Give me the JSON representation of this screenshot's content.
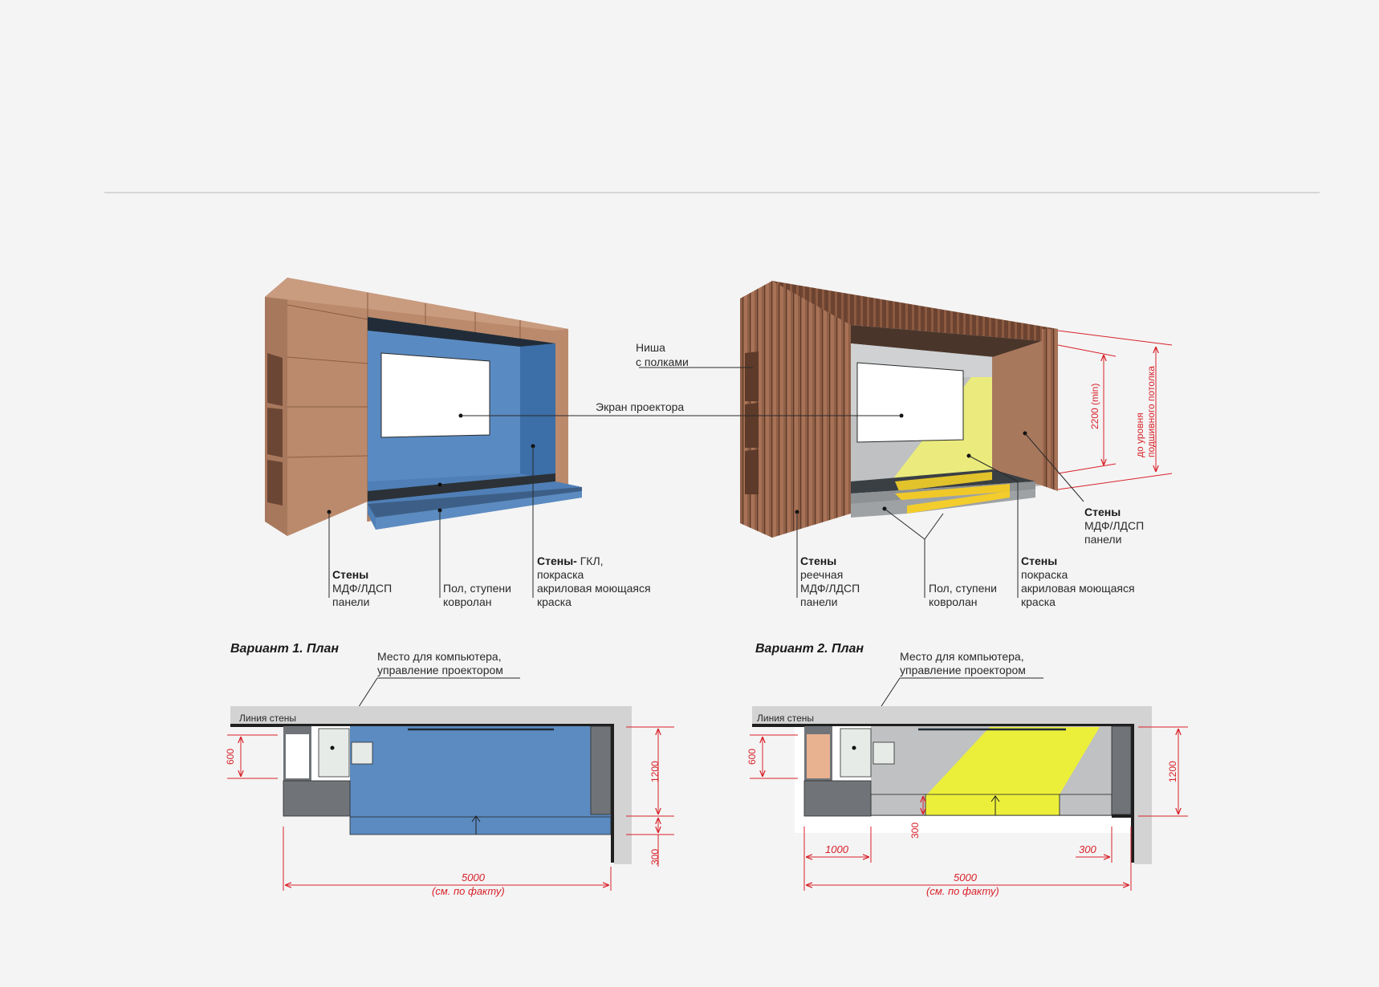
{
  "labels": {
    "niche_line1": "Ниша",
    "niche_line2": "с полками",
    "projector_screen": "Экран проектора",
    "left_walls_title": "Стены",
    "left_walls_line2": "МДФ/ЛДСП",
    "left_walls_line3": "панели",
    "left_floor_line1": "Пол, ступени",
    "left_floor_line2": "ковролан",
    "left_gkl_title": "Стены-",
    "left_gkl_rest": " ГКЛ,",
    "left_gkl_line2": "покраска",
    "left_gkl_line3": "акриловая моющаяся",
    "left_gkl_line4": "краска",
    "right_walls_title": "Стены",
    "right_walls_line2": "реечная",
    "right_walls_line3": "МДФ/ЛДСП",
    "right_walls_line4": "панели",
    "right_floor_line1": "Пол, ступени",
    "right_floor_line2": "ковролан",
    "right_paint_title": "Стены",
    "right_paint_line2": "покраска",
    "right_paint_line3": "акриловая моющаяся",
    "right_paint_line4": "краска",
    "right_side_title": "Стены",
    "right_side_line2": "МДФ/ЛДСП",
    "right_side_line3": "панели",
    "height_2200": "2200 (min)",
    "ceiling_line1": "до уровня",
    "ceiling_line2": "подшивного потолка"
  },
  "plan1": {
    "title": "Вариант 1. План",
    "computer_line1": "Место для компьютера,",
    "computer_line2": "управление проектором",
    "wall_line": "Линия стены",
    "dim_600": "600",
    "dim_1200": "1200",
    "dim_300": "300",
    "dim_5000": "5000",
    "dim_note": "(см. по факту)"
  },
  "plan2": {
    "title": "Вариант 2. План",
    "computer_line1": "Место для компьютера,",
    "computer_line2": "управление проектором",
    "wall_line": "Линия стены",
    "dim_600": "600",
    "dim_1200": "1200",
    "dim_300_v": "300",
    "dim_1000": "1000",
    "dim_300_h": "300",
    "dim_5000": "5000",
    "dim_note": "(см. по факту)"
  },
  "colors": {
    "wood": "#b9876a",
    "blue": "#5b8bc0",
    "yellow": "#ecef3a",
    "dark": "#2e3338",
    "dim_red": "#d8222a"
  }
}
